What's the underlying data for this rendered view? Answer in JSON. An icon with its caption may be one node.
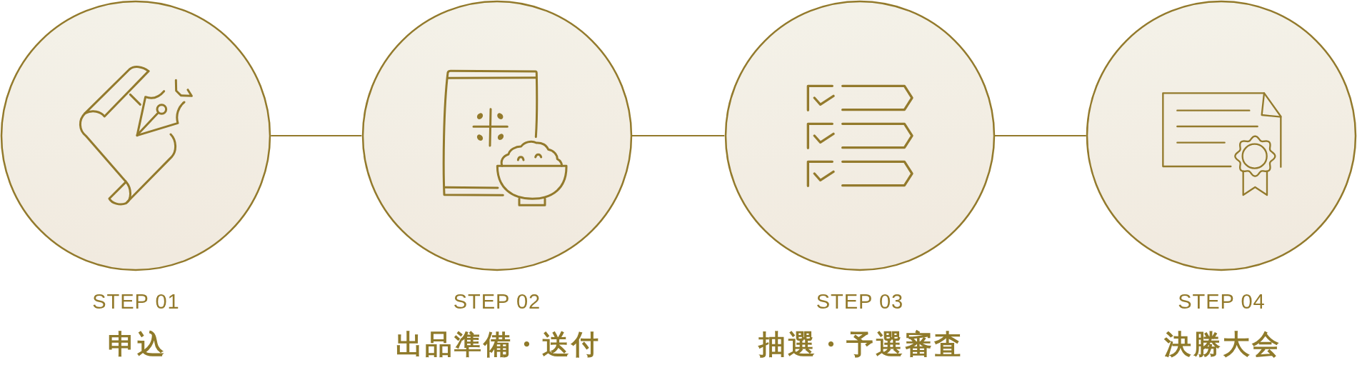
{
  "diagram": {
    "nodes": [
      {
        "text": [
          "STEP 01",
          "申込"
        ]
      },
      {
        "text": [
          "STEP 02",
          "出品準備・送付"
        ]
      },
      {
        "text": [
          "STEP 03",
          "抽選・予選審査"
        ]
      },
      {
        "text": [
          "STEP 04",
          "決勝大会"
        ]
      }
    ],
    "edges": [
      {
        "from": 0,
        "to": 1,
        "arrow": "none"
      },
      {
        "from": 1,
        "to": 2,
        "arrow": "none"
      },
      {
        "from": 2,
        "to": 3,
        "arrow": "none"
      }
    ]
  }
}
